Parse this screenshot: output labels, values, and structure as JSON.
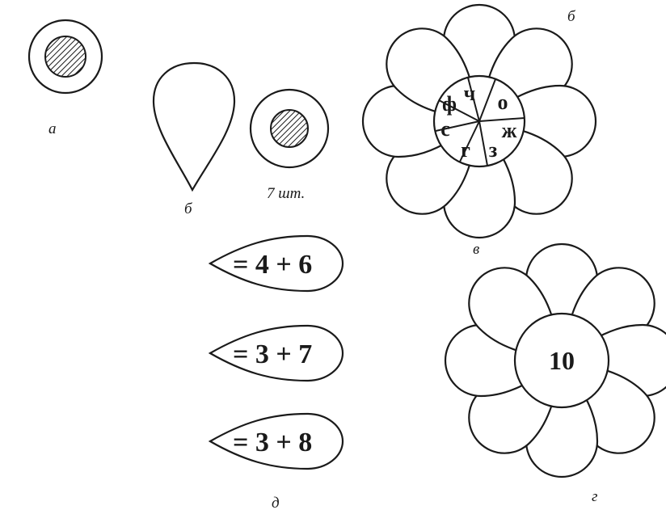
{
  "labels": {
    "a": "а",
    "b_petal": "б",
    "b_top": "б",
    "v": "в",
    "g": "г",
    "d": "д",
    "count": "7 шт."
  },
  "flower_center_letters": [
    "ч",
    "о",
    "ж",
    "з",
    "г",
    "с",
    "ф"
  ],
  "equation_petals": [
    "= 4 + 6",
    "= 3 + 7",
    "= 3 + 8"
  ],
  "flower_g_number": "10"
}
